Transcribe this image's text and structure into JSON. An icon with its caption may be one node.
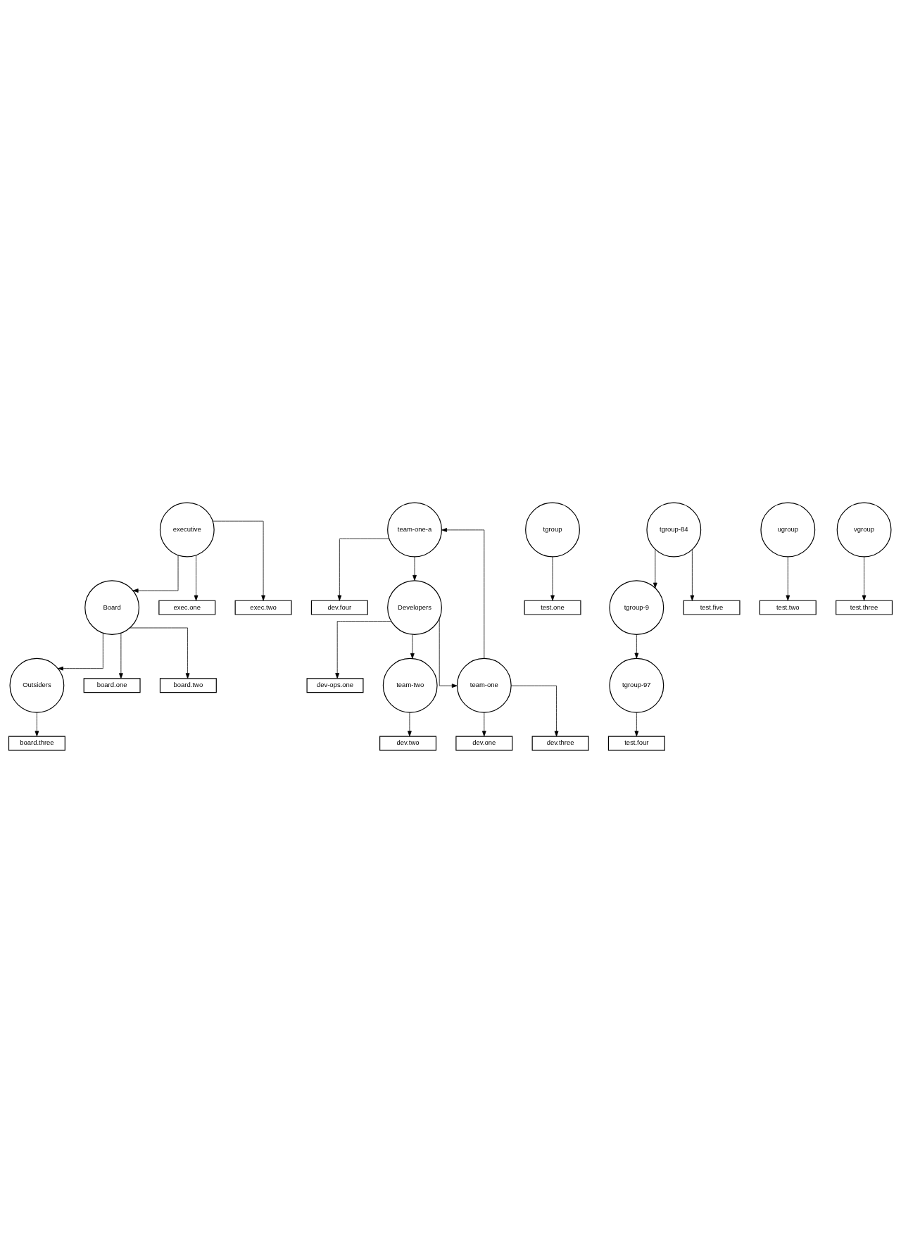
{
  "diagram": {
    "nodes": [
      {
        "text": [
          "Outsiders"
        ]
      },
      {
        "text": [
          "Board"
        ]
      },
      {
        "text": [
          "executive"
        ]
      },
      {
        "text": [
          "exec.one"
        ]
      },
      {
        "text": [
          "board.one"
        ]
      },
      {
        "text": [
          "board.three"
        ]
      },
      {
        "text": [
          "exec.two"
        ]
      },
      {
        "text": [
          "board.two"
        ]
      },
      {
        "text": [
          "dev.four"
        ]
      },
      {
        "text": [
          "dev-ops.one"
        ]
      },
      {
        "text": [
          "team-one-a"
        ]
      },
      {
        "text": [
          "Developers"
        ]
      },
      {
        "text": [
          "team-two"
        ]
      },
      {
        "text": [
          "dev.two"
        ]
      },
      {
        "text": [
          "team-one"
        ]
      },
      {
        "text": [
          "dev.one"
        ]
      },
      {
        "text": [
          "dev.three"
        ]
      },
      {
        "text": [
          "tgroup"
        ]
      },
      {
        "text": [
          "test.one"
        ]
      },
      {
        "text": [
          "tgroup-84"
        ]
      },
      {
        "text": [
          "tgroup-9"
        ]
      },
      {
        "text": [
          "tgroup-97"
        ]
      },
      {
        "text": [
          "ugroup"
        ]
      },
      {
        "text": [
          "test.two"
        ]
      },
      {
        "text": [
          "test.five"
        ]
      },
      {
        "text": [
          "test.four"
        ]
      },
      {
        "text": [
          "vgroup"
        ]
      },
      {
        "text": [
          "test.three"
        ]
      }
    ],
    "edges": [
      {
        "from": 1,
        "to": 0,
        "arrow": "to"
      },
      {
        "from": 2,
        "to": 1,
        "arrow": "to"
      },
      {
        "from": 0,
        "to": 5,
        "arrow": "to"
      },
      {
        "from": 1,
        "to": 4,
        "arrow": "to"
      },
      {
        "from": 1,
        "to": 7,
        "arrow": "to"
      },
      {
        "from": 2,
        "to": 3,
        "arrow": "to"
      },
      {
        "from": 2,
        "to": 6,
        "arrow": "to"
      },
      {
        "from": 10,
        "to": 8,
        "arrow": "to"
      },
      {
        "from": 11,
        "to": 9,
        "arrow": "to"
      },
      {
        "from": 10,
        "to": 11,
        "arrow": "to"
      },
      {
        "from": 11,
        "to": 12,
        "arrow": "to"
      },
      {
        "from": 12,
        "to": 13,
        "arrow": "to"
      },
      {
        "from": 14,
        "to": 10,
        "arrow": "to"
      },
      {
        "from": 11,
        "to": 14,
        "arrow": "to"
      },
      {
        "from": 14,
        "to": 15,
        "arrow": "to"
      },
      {
        "from": 14,
        "to": 16,
        "arrow": "to"
      },
      {
        "from": 17,
        "to": 18,
        "arrow": "to"
      },
      {
        "from": 19,
        "to": 20,
        "arrow": "to"
      },
      {
        "from": 20,
        "to": 21,
        "arrow": "to"
      },
      {
        "from": 19,
        "to": 24,
        "arrow": "to"
      },
      {
        "from": 21,
        "to": 25,
        "arrow": "to"
      },
      {
        "from": 22,
        "to": 23,
        "arrow": "to"
      },
      {
        "from": 26,
        "to": 27,
        "arrow": "to"
      }
    ]
  }
}
